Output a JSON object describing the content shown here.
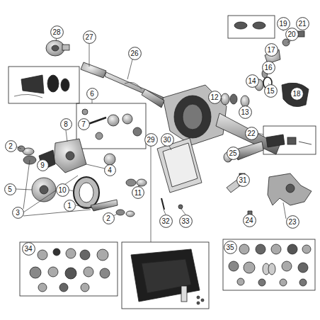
{
  "diagram": {
    "nodes": [
      {
        "text": [
          "19"
        ]
      },
      {
        "text": [
          "21"
        ]
      },
      {
        "text": [
          "28"
        ]
      },
      {
        "text": [
          "27"
        ]
      },
      {
        "text": [
          "20"
        ]
      },
      {
        "text": [
          "17"
        ]
      },
      {
        "text": [
          "26"
        ]
      },
      {
        "text": [
          "16"
        ]
      },
      {
        "text": [
          "14"
        ]
      },
      {
        "text": [
          "6"
        ]
      },
      {
        "text": [
          "15"
        ]
      },
      {
        "text": [
          "18"
        ]
      },
      {
        "text": [
          "12"
        ]
      },
      {
        "text": [
          "13"
        ]
      },
      {
        "text": [
          "7"
        ]
      },
      {
        "text": [
          "8"
        ]
      },
      {
        "text": [
          "22"
        ]
      },
      {
        "text": [
          "29"
        ]
      },
      {
        "text": [
          "30"
        ]
      },
      {
        "text": [
          "2"
        ]
      },
      {
        "text": [
          "25"
        ]
      },
      {
        "text": [
          "9"
        ]
      },
      {
        "text": [
          "4"
        ]
      },
      {
        "text": [
          "31"
        ]
      },
      {
        "text": [
          "5"
        ]
      },
      {
        "text": [
          "10"
        ]
      },
      {
        "text": [
          "11"
        ]
      },
      {
        "text": [
          "1"
        ]
      },
      {
        "text": [
          "3"
        ]
      },
      {
        "text": [
          "2"
        ]
      },
      {
        "text": [
          "24"
        ]
      },
      {
        "text": [
          "32"
        ]
      },
      {
        "text": [
          "33"
        ]
      },
      {
        "text": [
          "23"
        ]
      },
      {
        "text": [
          "35"
        ]
      },
      {
        "text": [
          "34"
        ]
      }
    ]
  }
}
